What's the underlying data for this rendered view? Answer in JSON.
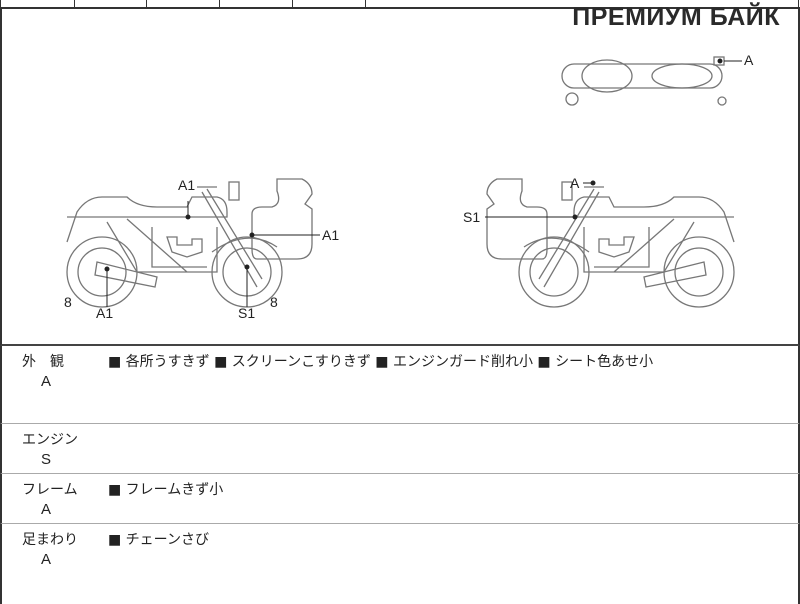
{
  "brand": "ПРЕМИУМ БАЙК",
  "diagram": {
    "left_labels": {
      "tank": "A1",
      "front_fork": "A1",
      "exhaust": "A1",
      "front_suspension": "S1",
      "rear_tire": "8",
      "front_tire": "8"
    },
    "right_labels": {
      "mirror": "A",
      "front_suspension": "S1"
    },
    "top_labels": {
      "mirror": "A"
    }
  },
  "rows": [
    {
      "name": "外　観",
      "grade": "A",
      "notes": "■ 各所うすきず ■ スクリーンこすりきず ■ エンジンガード削れ小 ■ シート色あせ小"
    },
    {
      "name": "エンジン",
      "grade": "S",
      "notes": ""
    },
    {
      "name": "フレーム",
      "grade": "A",
      "notes": "■ フレームきず小"
    },
    {
      "name": "足まわり",
      "grade": "A",
      "notes": "■ チェーンさび"
    }
  ]
}
